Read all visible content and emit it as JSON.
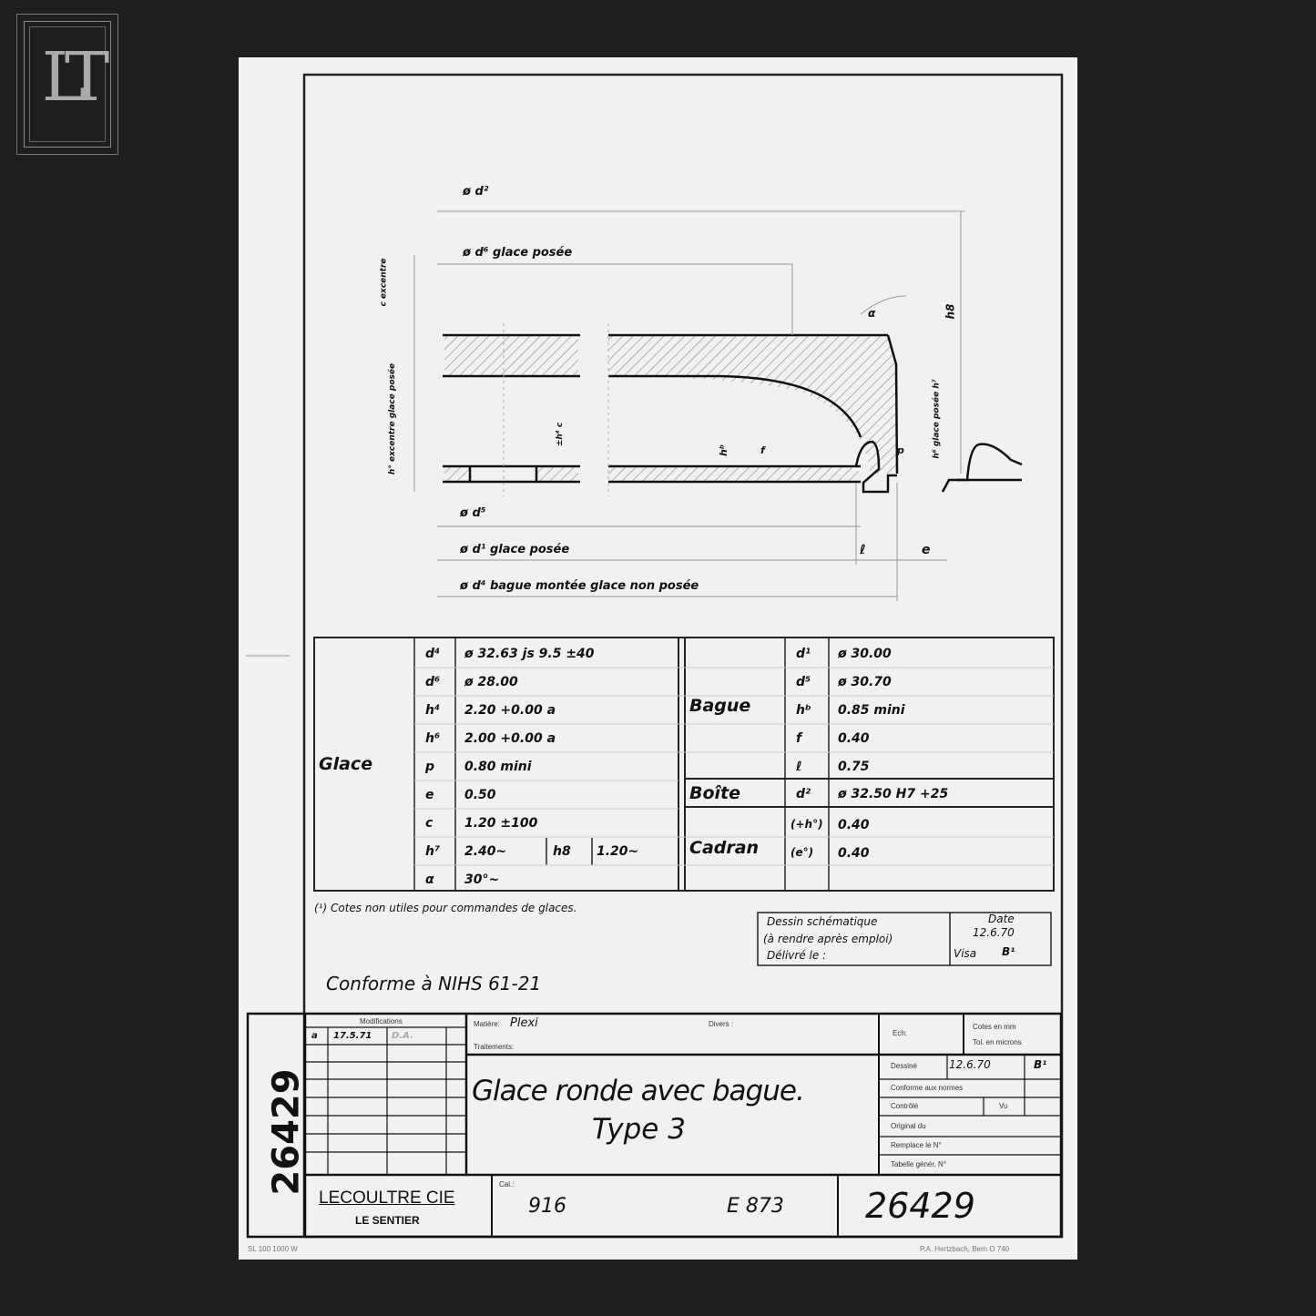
{
  "logo": {
    "monogram": "LT"
  },
  "drawing_labels": {
    "d2": "ø d²",
    "d6": "ø d⁶ glace posée",
    "d5": "ø d⁵",
    "d1": "ø d¹ glace posée",
    "d4": "ø d⁴ bague montée glace non posée",
    "c_excentre": "c excentre",
    "h_excentre": "h° excentre glace posée",
    "h8": "h8",
    "h6": "h⁶ glace posée h⁷",
    "alpha": "α",
    "l": "ℓ",
    "e": "e",
    "hb": "hᵇ",
    "f": "f",
    "p": "p",
    "h4c": "±h⁴ c"
  },
  "spec_table": {
    "glace": {
      "group": "Glace",
      "rows": [
        {
          "sym": "d⁴",
          "val": "ø 32.63 js 9.5 ±40"
        },
        {
          "sym": "d⁶",
          "val": "ø 28.00"
        },
        {
          "sym": "h⁴",
          "val": "2.20 +0.00 a"
        },
        {
          "sym": "h⁶",
          "val": "2.00 +0.00 a"
        },
        {
          "sym": "p",
          "val": "0.80 mini"
        },
        {
          "sym": "e",
          "val": "0.50"
        },
        {
          "sym": "c",
          "val": "1.20 ±100"
        },
        {
          "sym": "h⁷",
          "val": "2.40~",
          "extra_sym": "h8",
          "extra_val": "1.20~"
        },
        {
          "sym": "α",
          "val": "30°~"
        }
      ]
    },
    "bague": {
      "group": "Bague",
      "rows": [
        {
          "sym": "d¹",
          "val": "ø 30.00"
        },
        {
          "sym": "d⁵",
          "val": "ø 30.70"
        },
        {
          "sym": "hᵇ",
          "val": "0.85 mini"
        },
        {
          "sym": "f",
          "val": "0.40"
        },
        {
          "sym": "ℓ",
          "val": "0.75"
        }
      ]
    },
    "boite": {
      "group": "Boîte",
      "rows": [
        {
          "sym": "d²",
          "val": "ø 32.50 H7 +25"
        }
      ]
    },
    "cadran": {
      "group": "Cadran",
      "rows": [
        {
          "sym": "(+h°)",
          "val": "0.40"
        },
        {
          "sym": "(e°)",
          "val": "0.40"
        }
      ]
    }
  },
  "footnote": "(¹) Cotes non utiles pour commandes de glaces.",
  "schematic_box": {
    "line1": "Dessin schématique",
    "line2": "(à rendre après emploi)",
    "line3": "Délivré le :",
    "date_label": "Date",
    "date": "12.6.70",
    "visa_label": "Visa",
    "visa": "B¹"
  },
  "conformity": "Conforme à NIHS 61-21",
  "title_block": {
    "side_number": "26429",
    "modifications_label": "Modifications",
    "mod_row": {
      "letter": "a",
      "date": "17.5.71",
      "initials": "D.A."
    },
    "matiere_label": "Matière:",
    "matiere": "Plexi",
    "divers_label": "Divers :",
    "traitements_label": "Traitements:",
    "ech_label": "Ech:",
    "units_line1": "Cotes en mm",
    "units_line2": "Tol. en microns",
    "title_line1": "Glace ronde avec bague.",
    "title_line2": "Type 3",
    "dessine_label": "Dessiné",
    "dessine_date": "12.6.70",
    "dessine_visa": "B¹",
    "conforme_label": "Conforme aux normes",
    "controle_label": "Contrôlé",
    "vu_label": "Vu",
    "original_label": "Original du",
    "remplace_label": "Remplace le N°",
    "tabelle_label": "Tabelle génér. N°",
    "company_name": "LECOULTRE CIE",
    "company_location": "LE SENTIER",
    "cal_label": "Cal.:",
    "cal": "916",
    "ref": "E 873",
    "drawing_number": "26429"
  },
  "print_footer_left": "SL 100 1000 W",
  "print_footer_right": "P.A. Hertzbach, Bern O 740"
}
